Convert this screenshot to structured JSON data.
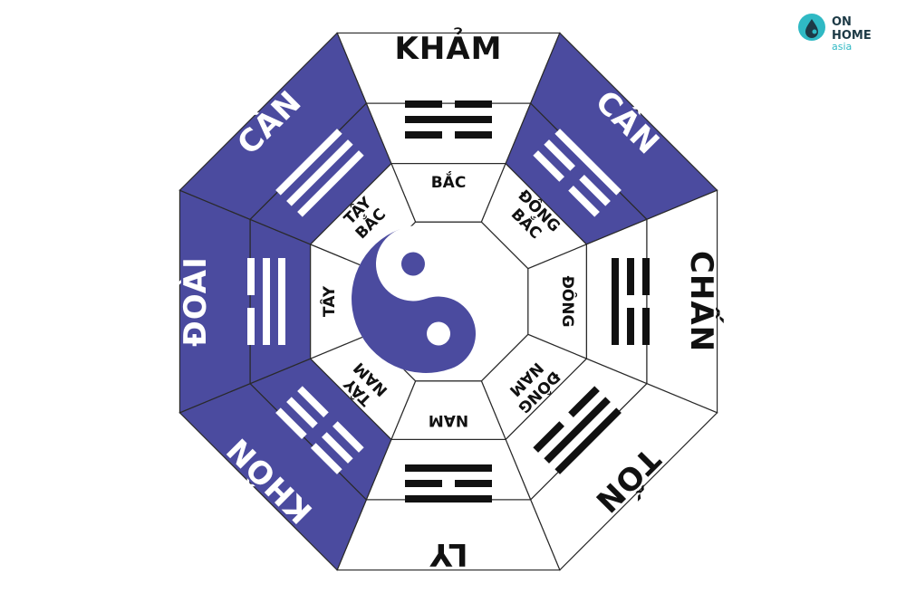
{
  "colors": {
    "accent": "#4b4b9f",
    "light": "#ffffff",
    "line": "#2a2a2a",
    "logo_teal": "#2fb9c4",
    "logo_dark": "#1d3a46"
  },
  "center": {
    "name": "yin-yang-symbol"
  },
  "sectors": [
    {
      "id": "north",
      "trigram": "KHẢM",
      "direction": "BẮC",
      "lines": [
        0,
        1,
        0
      ],
      "tone": "light",
      "dir_lines": [
        "BẮC"
      ]
    },
    {
      "id": "northeast",
      "trigram": "CẤN",
      "direction": "ĐÔNG BẮC",
      "lines": [
        1,
        0,
        0
      ],
      "tone": "dark",
      "dir_lines": [
        "ĐÔNG",
        "BẮC"
      ]
    },
    {
      "id": "east",
      "trigram": "CHẤN",
      "direction": "ĐÔNG",
      "lines": [
        0,
        0,
        1
      ],
      "tone": "light",
      "dir_lines": [
        "ĐÔNG"
      ]
    },
    {
      "id": "southeast",
      "trigram": "TỐN",
      "direction": "ĐÔNG NAM",
      "lines": [
        1,
        1,
        0
      ],
      "tone": "light",
      "dir_lines": [
        "ĐÔNG",
        "NAM"
      ]
    },
    {
      "id": "south",
      "trigram": "LY",
      "direction": "NAM",
      "lines": [
        1,
        0,
        1
      ],
      "tone": "light",
      "dir_lines": [
        "NAM"
      ]
    },
    {
      "id": "southwest",
      "trigram": "KHÔN",
      "direction": "TÂY NAM",
      "lines": [
        0,
        0,
        0
      ],
      "tone": "dark",
      "dir_lines": [
        "TÂY",
        "NAM"
      ]
    },
    {
      "id": "west",
      "trigram": "ĐOÀI",
      "direction": "TÂY",
      "lines": [
        0,
        1,
        1
      ],
      "tone": "dark",
      "dir_lines": [
        "TÂY"
      ]
    },
    {
      "id": "northwest",
      "trigram": "CÀN",
      "direction": "TÂY BẮC",
      "lines": [
        1,
        1,
        1
      ],
      "tone": "dark",
      "dir_lines": [
        "TÂY",
        "BẮC"
      ]
    }
  ],
  "logo": {
    "line1": "ON",
    "line2": "HOME",
    "line3": "asia"
  }
}
